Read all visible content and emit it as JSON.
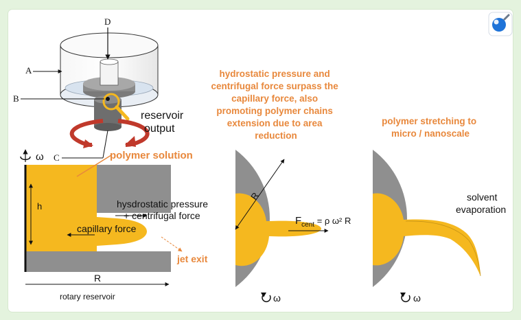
{
  "labels": {
    "A": "A",
    "B": "B",
    "C": "C",
    "D": "D",
    "reservoir_output_1": "reservoir",
    "reservoir_output_2": "output",
    "omega": "ω",
    "polymer_solution": "polymer solution",
    "h": "h",
    "R": "R",
    "hydrostatic_1": "hysdrostatic pressure",
    "hydrostatic_2": "+ centrifugal force",
    "capillary_force": "capillary force",
    "jet_exit": "jet exit",
    "rotary_reservoir": "rotary reservoir",
    "middle_heading": [
      "hydrostatic pressure and",
      "centrifugal force surpass the",
      "capillary force, also",
      "promoting polymer chains",
      "extension due to area",
      "reduction"
    ],
    "middle_R": "R",
    "fcent_F": "F",
    "fcent_sub": "cent",
    "fcent_eq": " = ρ ω² R",
    "middle_omega": "ω",
    "right_heading": [
      "polymer stretching to",
      "micro / nanoscale"
    ],
    "solvent_1": "solvent",
    "solvent_2": "evaporation",
    "right_omega": "ω"
  },
  "colors": {
    "polymer": "#f5b81f",
    "gray": "#8f8f8f",
    "heading": "#e8883c",
    "arrow_red": "#c0392b",
    "background": "#e4f3de"
  },
  "icons": {
    "corner": "zoom-icon"
  }
}
